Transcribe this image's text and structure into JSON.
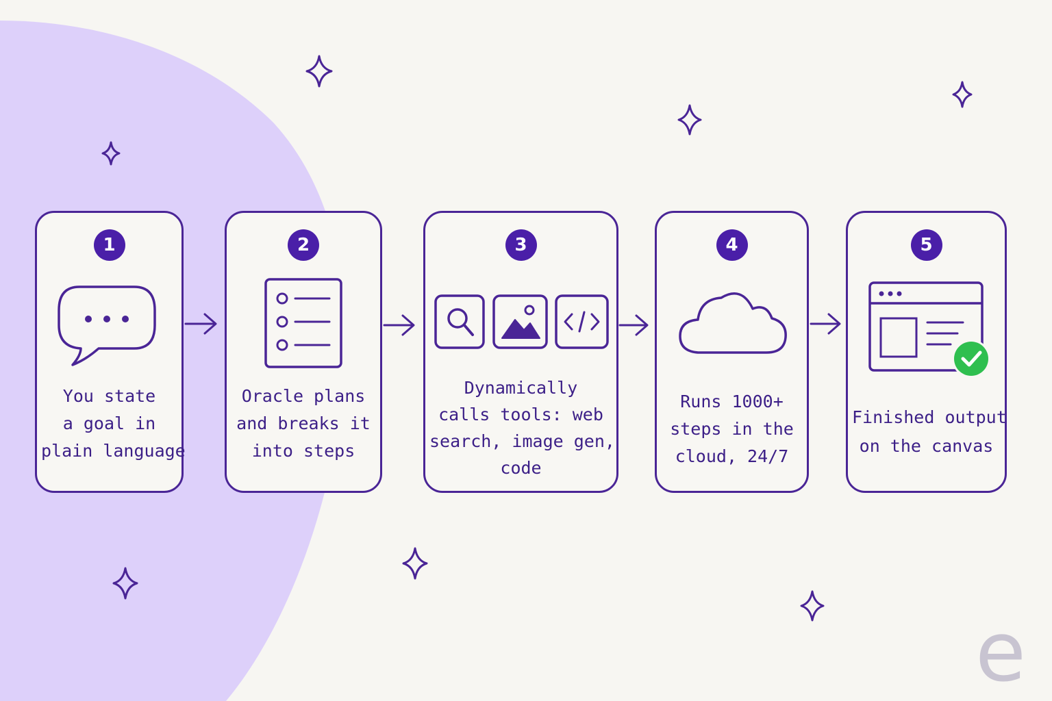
{
  "colors": {
    "background": "#f7f6f2",
    "blob": "#ddd0fa",
    "stroke": "#4a2596",
    "badge": "#4a1fa8",
    "check": "#2fbf4f",
    "logo": "#c8c4d1"
  },
  "steps": [
    {
      "number": "1",
      "icon": "speech-bubble-icon",
      "lines": [
        "You state",
        "a goal in",
        "plain language"
      ]
    },
    {
      "number": "2",
      "icon": "checklist-icon",
      "lines": [
        "Oracle plans",
        "and breaks it",
        "into steps"
      ]
    },
    {
      "number": "3",
      "icon": "search-image-code-icons",
      "lines": [
        "Dynamically",
        "calls tools: web",
        "search, image gen,",
        "code"
      ]
    },
    {
      "number": "4",
      "icon": "cloud-icon",
      "lines": [
        "Runs 1000+",
        "steps in the",
        "cloud, 24/7"
      ]
    },
    {
      "number": "5",
      "icon": "browser-window-check-icon",
      "lines": [
        "Finished output",
        "on the canvas"
      ]
    }
  ],
  "logo": "e"
}
